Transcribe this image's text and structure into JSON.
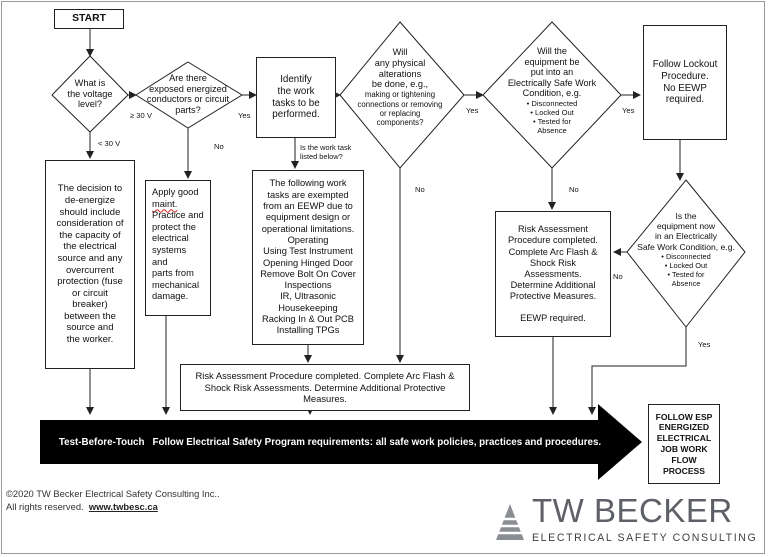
{
  "start": "START",
  "voltage_question": "What is\nthe voltage\nlevel?",
  "low_voltage_label": "< 30 V",
  "high_voltage_label": "≥ 30 V",
  "deenergize_text": "The decision to\nde-energize\nshould include\nconsideration of\nthe capacity of\nthe electrical\nsource and any\novercurrent\nprotection (fuse\nor circuit\nbreaker)\nbetween the\nsource and\nthe worker.",
  "exposed_question": "Are there\nexposed energized\nconductors or circuit\nparts?",
  "exposed_no_label": "No",
  "exposed_yes_label": "Yes",
  "maintenance": {
    "line1": "Apply good",
    "line2": "maint.",
    "rest": "Practice and\nprotect the\nelectrical\nsystems and\nparts from\nmechanical\ndamage."
  },
  "identify_text": "Identify\nthe work\ntasks to be\nperformed.",
  "task_listed_label": "Is the work task\nlisted below?",
  "exempt_tasks": {
    "intro": "The following work\ntasks are exempted\nfrom an EEWP due to\nequipment design or\noperational limitations.",
    "items": [
      "Operating",
      "Using Test Instrument",
      "Opening Hinged Door",
      "Remove Bolt On Cover",
      "Inspections",
      "IR, Ultrasonic",
      "Housekeeping",
      "Racking In & Out PCB",
      "Installing TPGs"
    ]
  },
  "alteration_question": {
    "main": "Will\nany physical\nalterations\nbe done, e.g.,",
    "sub": "making or tightening\nconnections or removing\nor replacing\ncomponents?"
  },
  "alteration_no_label": "No",
  "alteration_yes_label": "Yes",
  "esw_question": {
    "main": "Will the\nequipment be\nput into an\nElectrically Safe Work\nCondition, e.g.",
    "items": [
      "Disconnected",
      "Locked Out",
      "Tested for\nAbsence"
    ]
  },
  "esw_no_label": "No",
  "esw_yes_label": "Yes",
  "lockout_text": "Follow Lockout\nProcedure.\nNo EEWP\nrequired.",
  "right_risk": {
    "main": "Risk Assessment\nProcedure completed.\nComplete Arc Flash &\nShock Risk\nAssessments.\nDetermine Additional\nProtective Measures.",
    "eewp": "EEWP required."
  },
  "esw_now_question": {
    "main": "Is the\nequipment now\nin an Electrically\nSafe Work Condition, e.g.",
    "items": [
      "Disconnected",
      "Locked Out",
      "Tested for\nAbsence"
    ]
  },
  "esw_now_no_label": "No",
  "esw_now_yes_label": "Yes",
  "center_risk": "Risk Assessment Procedure completed.  Complete Arc Flash &\nShock Risk Assessments.  Determine Additional Protective\nMeasures.",
  "banner": {
    "lead": "Test-Before-Touch",
    "text": "Follow Electrical Safety Program requirements: all safe work policies, practices and procedures."
  },
  "esp_process": "FOLLOW ESP\nENERGIZED\nELECTRICAL\nJOB WORK\nFLOW\nPROCESS",
  "copyright_line": "©2020 TW Becker Electrical Safety Consulting Inc..",
  "rights_line": "All rights reserved.",
  "website": "www.twbesc.ca",
  "brand": {
    "name": "TW BECKER",
    "tagline": "ELECTRICAL SAFETY CONSULTING",
    "color": "#5d6066"
  }
}
